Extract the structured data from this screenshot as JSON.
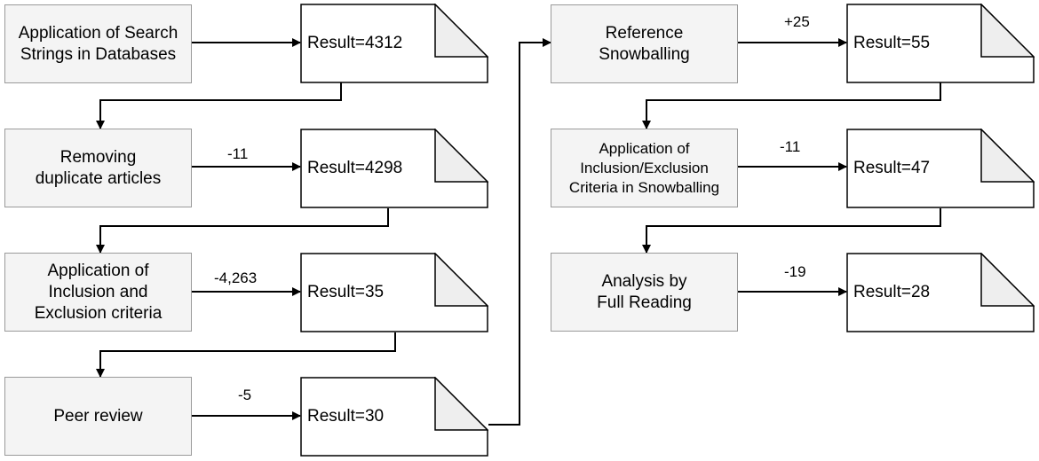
{
  "column1": {
    "steps": [
      {
        "label": "Application of Search\nStrings in Databases"
      },
      {
        "label": "Removing\nduplicate articles"
      },
      {
        "label": "Application of\nInclusion and\nExclusion criteria"
      },
      {
        "label": "Peer review"
      }
    ],
    "results": [
      "Result=4312",
      "Result=4298",
      "Result=35",
      "Result=30"
    ],
    "deltas": [
      "-11",
      "-4,263",
      "-5"
    ]
  },
  "column2": {
    "steps": [
      {
        "label": "Reference\nSnowballing"
      },
      {
        "label": "Application of\nInclusion/Exclusion\nCriteria in Snowballing"
      },
      {
        "label": "Analysis by\nFull Reading"
      }
    ],
    "results": [
      "Result=55",
      "Result=47",
      "Result=28"
    ],
    "deltas": [
      "+25",
      "-11",
      "-19"
    ]
  }
}
